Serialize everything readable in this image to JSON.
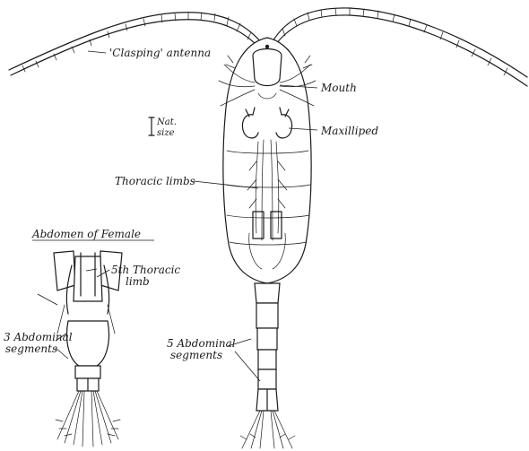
{
  "labels": {
    "clasping_antenna": "'Clasping' antenna",
    "mouth": "Mouth",
    "maxilliped": "Maxilliped",
    "nat_size_line1": "Nat.",
    "nat_size_line2": "size",
    "thoracic_limbs": "Thoracic limbs",
    "abdomen_of_female": "Abdomen of Female",
    "fifth_thoracic_limb_line1": "5th Thoracic",
    "fifth_thoracic_limb_line2": "limb",
    "three_abdominal_segments_line1": "3 Abdominal",
    "three_abdominal_segments_line2": "segments",
    "five_abdominal_segments_line1": "5 Abdominal",
    "five_abdominal_segments_line2": "segments"
  }
}
